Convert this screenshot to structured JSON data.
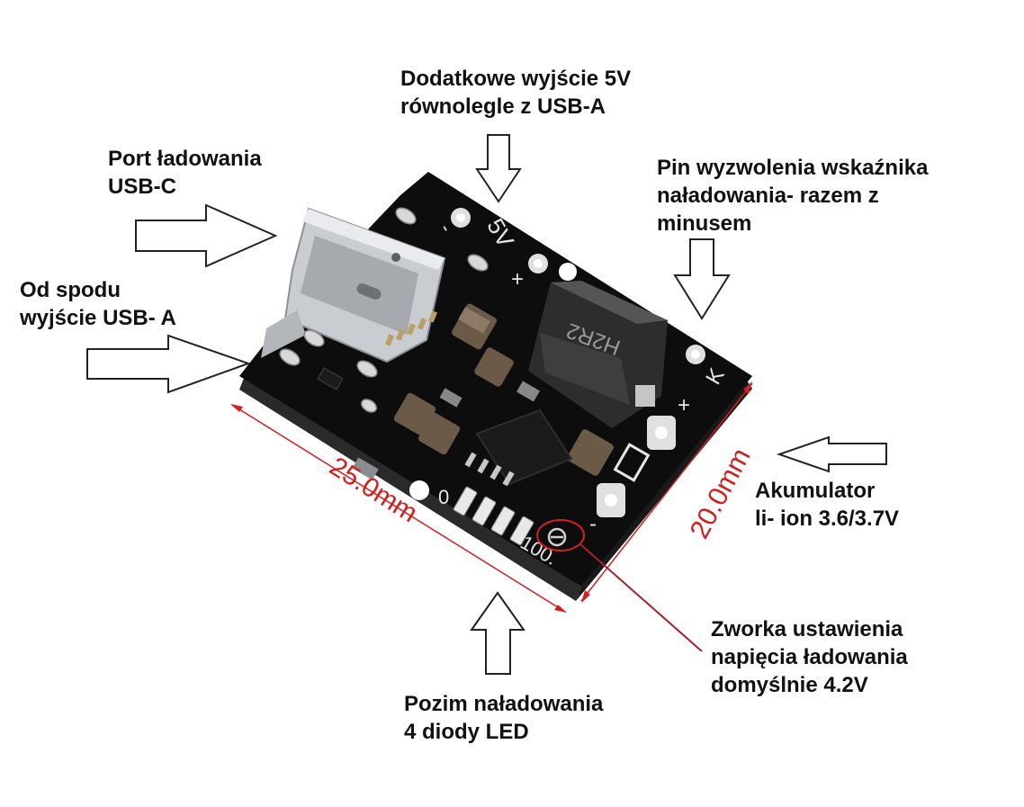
{
  "labels": {
    "extra_output": [
      "Dodatkowe wyjście 5V",
      "równolegle z USB-A"
    ],
    "charge_port": [
      "Port ładowania",
      "USB-C"
    ],
    "usb_a_output": [
      "Od spodu",
      "wyjście USB- A"
    ],
    "indicator_pin": [
      "Pin wyzwolenia wskaźnika",
      "naładowania- razem z",
      "minusem"
    ],
    "battery": [
      "Akumulator",
      "li- ion 3.6/3.7V"
    ],
    "jumper": [
      "Zworka ustawienia",
      "napięcia ładowania",
      "domyślnie 4.2V"
    ],
    "charge_level": [
      "Pozim naładowania",
      "4 diody LED"
    ]
  },
  "dimensions": {
    "length": "25.0mm",
    "width": "20.0mm"
  },
  "board_marks": {
    "inductor": "H2R2",
    "out_minus": "-",
    "out_5v": "5V",
    "out_plus": "+",
    "pin_k": "K",
    "batt_plus": "+",
    "batt_minus": "-",
    "led_zero": "0",
    "led_hundred": "100."
  },
  "colors": {
    "board": "#0d0d0d",
    "dimension": "#d21f1f",
    "label": "#111111",
    "arrow_outline": "#222222"
  }
}
